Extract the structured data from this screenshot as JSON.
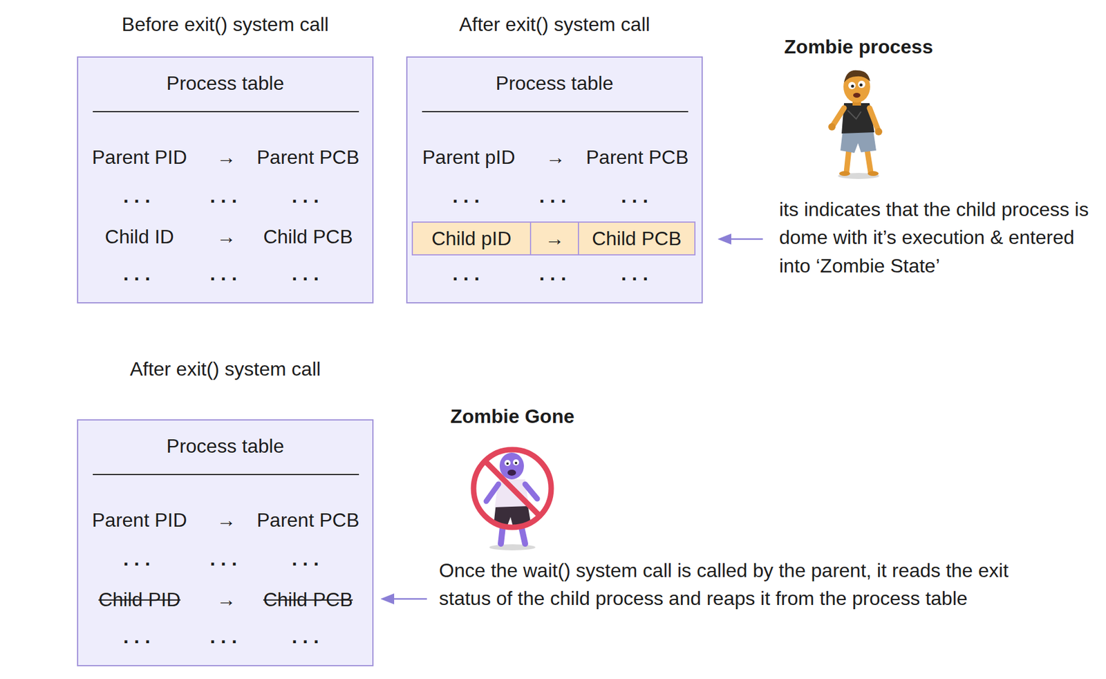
{
  "diagram": {
    "nodes": [
      {
        "text": [
          "Before exit() system call",
          "Process table"
        ]
      },
      {
        "text": [
          "After exit() system call",
          "Process table"
        ]
      },
      {
        "text": [
          "Child pID"
        ],
        "in": 1
      },
      {
        "text": [
          "→"
        ],
        "in": 1
      },
      {
        "text": [
          "Child PCB"
        ],
        "in": 1
      },
      {
        "text": [
          "After exit() system call",
          "Process table"
        ]
      }
    ],
    "labels": [
      "Parent PID",
      "→",
      "Parent PCB",
      "...",
      "...",
      "...",
      "Child ID",
      "→",
      "Child PCB",
      "...",
      "...",
      "...",
      "Parent pID",
      "→",
      "Parent PCB",
      "...",
      "...",
      "...",
      "...",
      "...",
      "...",
      "Parent PID",
      "→",
      "Parent PCB",
      "...",
      "...",
      "...",
      "Child PID",
      "→",
      "Child PCB",
      "...",
      "...",
      "...",
      "Zombie process",
      "its indicates that the child process is dome with it’s execution & entered into ‘Zombie State’",
      "Zombie Gone",
      "Once the wait() system call is called by the parent, it reads the exit status of the child process and reaps it from the process table"
    ]
  }
}
